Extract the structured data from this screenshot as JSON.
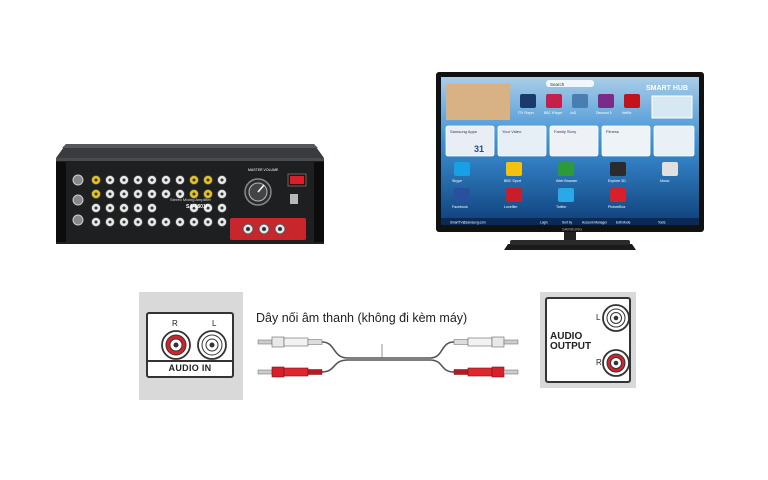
{
  "amplifier": {
    "brand": "ARIRANG",
    "model": "SA-1801F",
    "subtitle": "Stereo Mixing Amplifier",
    "knob_label": "MASTER VOLUME"
  },
  "tv": {
    "hub_title": "SMART HUB",
    "brand": "SAMSUNG",
    "search_label": "Search",
    "top_apps": [
      "ITV Player",
      "BBC iPlayer",
      "4oD",
      "Demand 5",
      "Netflix"
    ],
    "panels": [
      "Samsung Apps",
      "Your Video",
      "Family Story",
      "Fitness"
    ],
    "app_row1": [
      "Skype",
      "BBC Sport",
      "Web Browser",
      "Explore 3D",
      "Music"
    ],
    "app_row2": [
      "Facebook",
      "Lovefilm",
      "Twitter",
      "PictureBox"
    ],
    "bottom_bar": [
      "SmartTV@samsung.com",
      "Login",
      "Sort by",
      "Account Manager",
      "Edit Mode",
      "Tools"
    ],
    "calendar_day": "31"
  },
  "audio_in": {
    "left_label": "R",
    "right_label": "L",
    "caption": "AUDIO IN"
  },
  "audio_out": {
    "title_line1": "AUDIO",
    "title_line2": "OUTPUT",
    "top_label": "L",
    "bottom_label": "R"
  },
  "cable": {
    "label": "Dây nối âm thanh (không đi kèm máy)"
  },
  "colors": {
    "red_plug": "#d8202a",
    "white_plug": "#f2f2f2",
    "amp_body": "#1e1f21",
    "amp_red_panel": "#c8262b",
    "tv_screen_blue": "#2d7cc7",
    "panel_gray": "#d9d9d9"
  }
}
